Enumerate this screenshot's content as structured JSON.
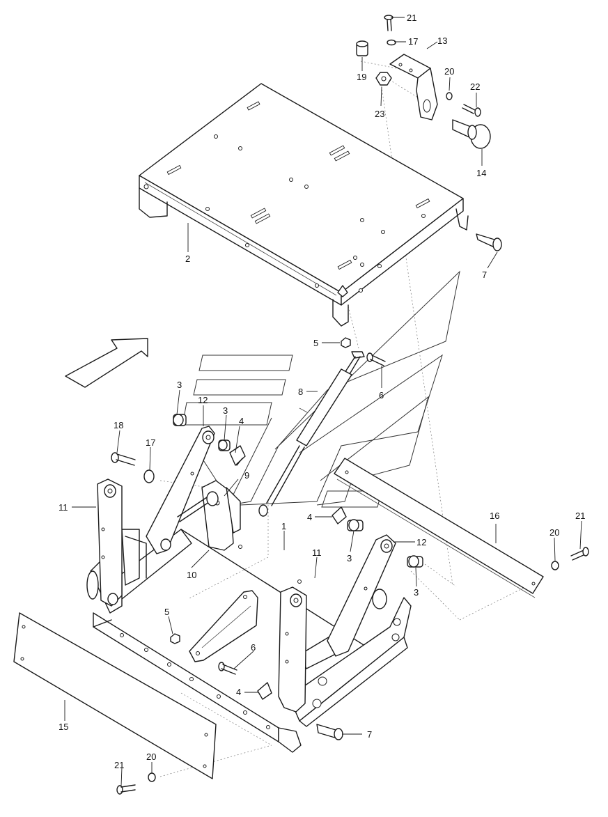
{
  "callouts": [
    {
      "id": "c21a",
      "text": "21"
    },
    {
      "id": "c17a",
      "text": "17"
    },
    {
      "id": "c13",
      "text": "13"
    },
    {
      "id": "c19",
      "text": "19"
    },
    {
      "id": "c20a",
      "text": "20"
    },
    {
      "id": "c22",
      "text": "22"
    },
    {
      "id": "c23",
      "text": "23"
    },
    {
      "id": "c14",
      "text": "14"
    },
    {
      "id": "c2",
      "text": "2"
    },
    {
      "id": "c7a",
      "text": "7"
    },
    {
      "id": "c5a",
      "text": "5"
    },
    {
      "id": "c6a",
      "text": "6"
    },
    {
      "id": "c8",
      "text": "8"
    },
    {
      "id": "c3a",
      "text": "3"
    },
    {
      "id": "c12a",
      "text": "12"
    },
    {
      "id": "c3b",
      "text": "3"
    },
    {
      "id": "c4a",
      "text": "4"
    },
    {
      "id": "c18",
      "text": "18"
    },
    {
      "id": "c17b",
      "text": "17"
    },
    {
      "id": "c11a",
      "text": "11"
    },
    {
      "id": "c9",
      "text": "9"
    },
    {
      "id": "c1",
      "text": "1"
    },
    {
      "id": "c4b",
      "text": "4"
    },
    {
      "id": "c10",
      "text": "10"
    },
    {
      "id": "c11b",
      "text": "11"
    },
    {
      "id": "c3c",
      "text": "3"
    },
    {
      "id": "c12b",
      "text": "12"
    },
    {
      "id": "c16",
      "text": "16"
    },
    {
      "id": "c21b",
      "text": "21"
    },
    {
      "id": "c20b",
      "text": "20"
    },
    {
      "id": "c3d",
      "text": "3"
    },
    {
      "id": "c5b",
      "text": "5"
    },
    {
      "id": "c6b",
      "text": "6"
    },
    {
      "id": "c4c",
      "text": "4"
    },
    {
      "id": "c7b",
      "text": "7"
    },
    {
      "id": "c15",
      "text": "15"
    },
    {
      "id": "c21c",
      "text": "21"
    },
    {
      "id": "c20c",
      "text": "20"
    }
  ]
}
